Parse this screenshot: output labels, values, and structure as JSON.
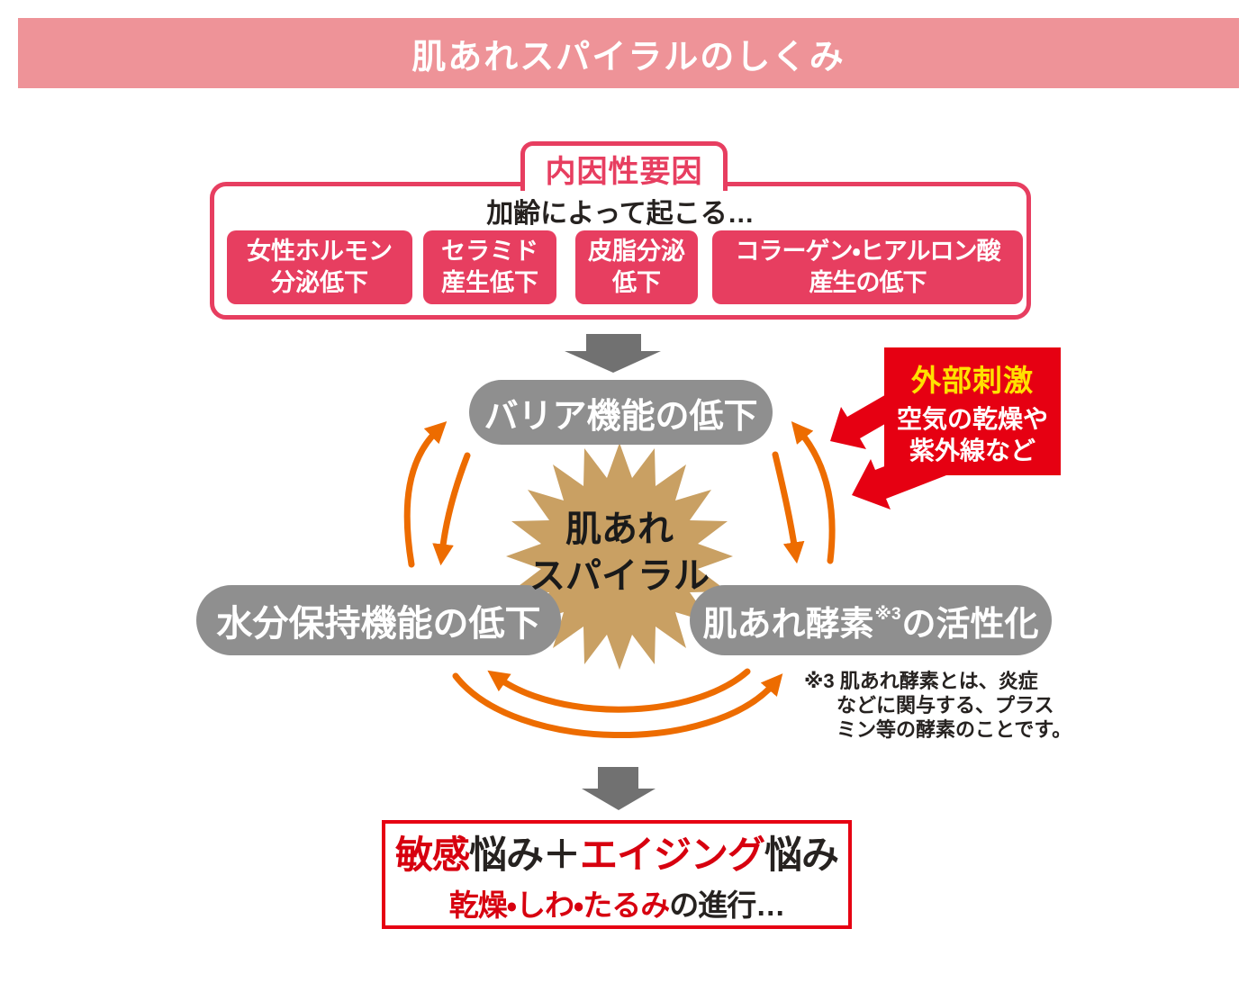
{
  "colors": {
    "banner_pink": "#ee9398",
    "crimson": "#e73e60",
    "bright_red": "#e60012",
    "yellow": "#ffe100",
    "gray_pill": "#8f8f8f",
    "gray_arrow": "#717171",
    "tan_star": "#c9a063",
    "orange_arrow": "#ed6c00",
    "text_dark": "#262220",
    "text_red": "#d7000f"
  },
  "header": {
    "title": "肌あれスパイラルのしくみ"
  },
  "intrinsic": {
    "tab": "内因性要因",
    "caption": "加齢によって起こる…",
    "chips": [
      {
        "line1": "女性ホルモン",
        "line2": "分泌低下"
      },
      {
        "line1": "セラミド",
        "line2": "産生低下"
      },
      {
        "line1": "皮脂分泌",
        "line2": "低下"
      },
      {
        "line1": "コラーゲン・ヒアルロン酸",
        "line2": "産生の低下"
      }
    ]
  },
  "cycle": {
    "barrier": "バリア機能の低下",
    "moisture": "水分保持機能の低下",
    "enzyme_prefix": "肌あれ酵素",
    "enzyme_sup": "※3",
    "enzyme_suffix": "の活性化",
    "spiral": "肌あれ\nスパイラル",
    "external": {
      "title": "外部刺激",
      "body": "空気の乾燥や\n紫外線など"
    },
    "footnote": "※3 肌あれ酵素とは、炎症\nなどに関与する、プラス\nミン等の酵素のことです。"
  },
  "result": {
    "line1": [
      {
        "text": "敏感",
        "color": "red"
      },
      {
        "text": "悩み＋",
        "color": "dark"
      },
      {
        "text": "エイジング",
        "color": "red"
      },
      {
        "text": "悩み",
        "color": "dark"
      }
    ],
    "line2": [
      {
        "text": "乾燥・しわ・たるみ",
        "color": "red"
      },
      {
        "text": "の進行…",
        "color": "dark"
      }
    ]
  }
}
